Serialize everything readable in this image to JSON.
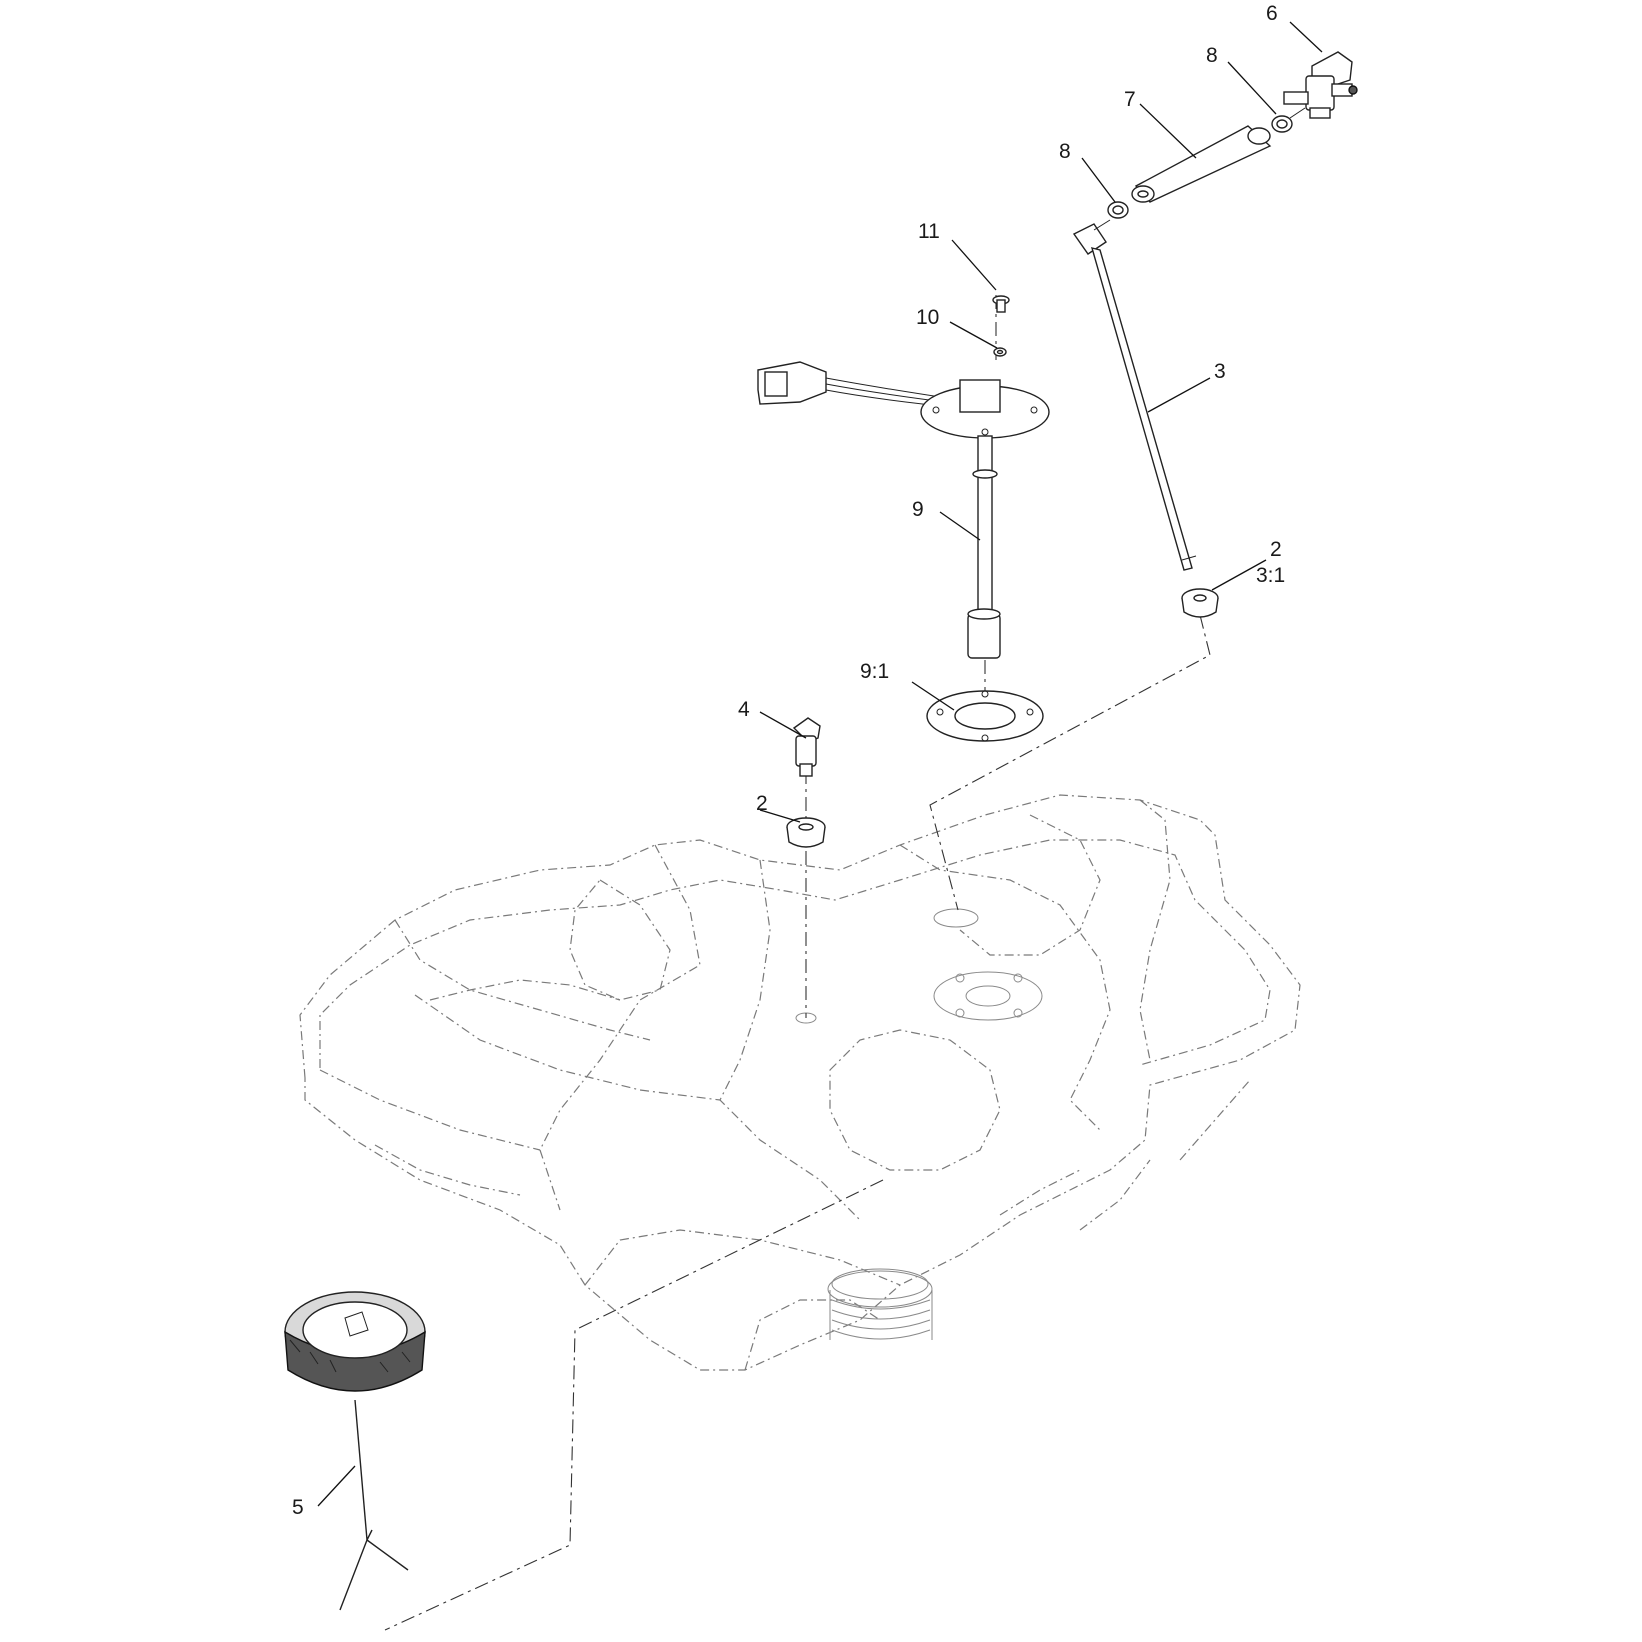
{
  "diagram": {
    "callouts": {
      "c6": "6",
      "c8_top": "8",
      "c7": "7",
      "c8_mid": "8",
      "c11": "11",
      "c10": "10",
      "c3": "3",
      "c9": "9",
      "c2_right": "2",
      "c3_1": "3:1",
      "c9_1": "9:1",
      "c4": "4",
      "c2_left": "2",
      "c5": "5"
    }
  }
}
